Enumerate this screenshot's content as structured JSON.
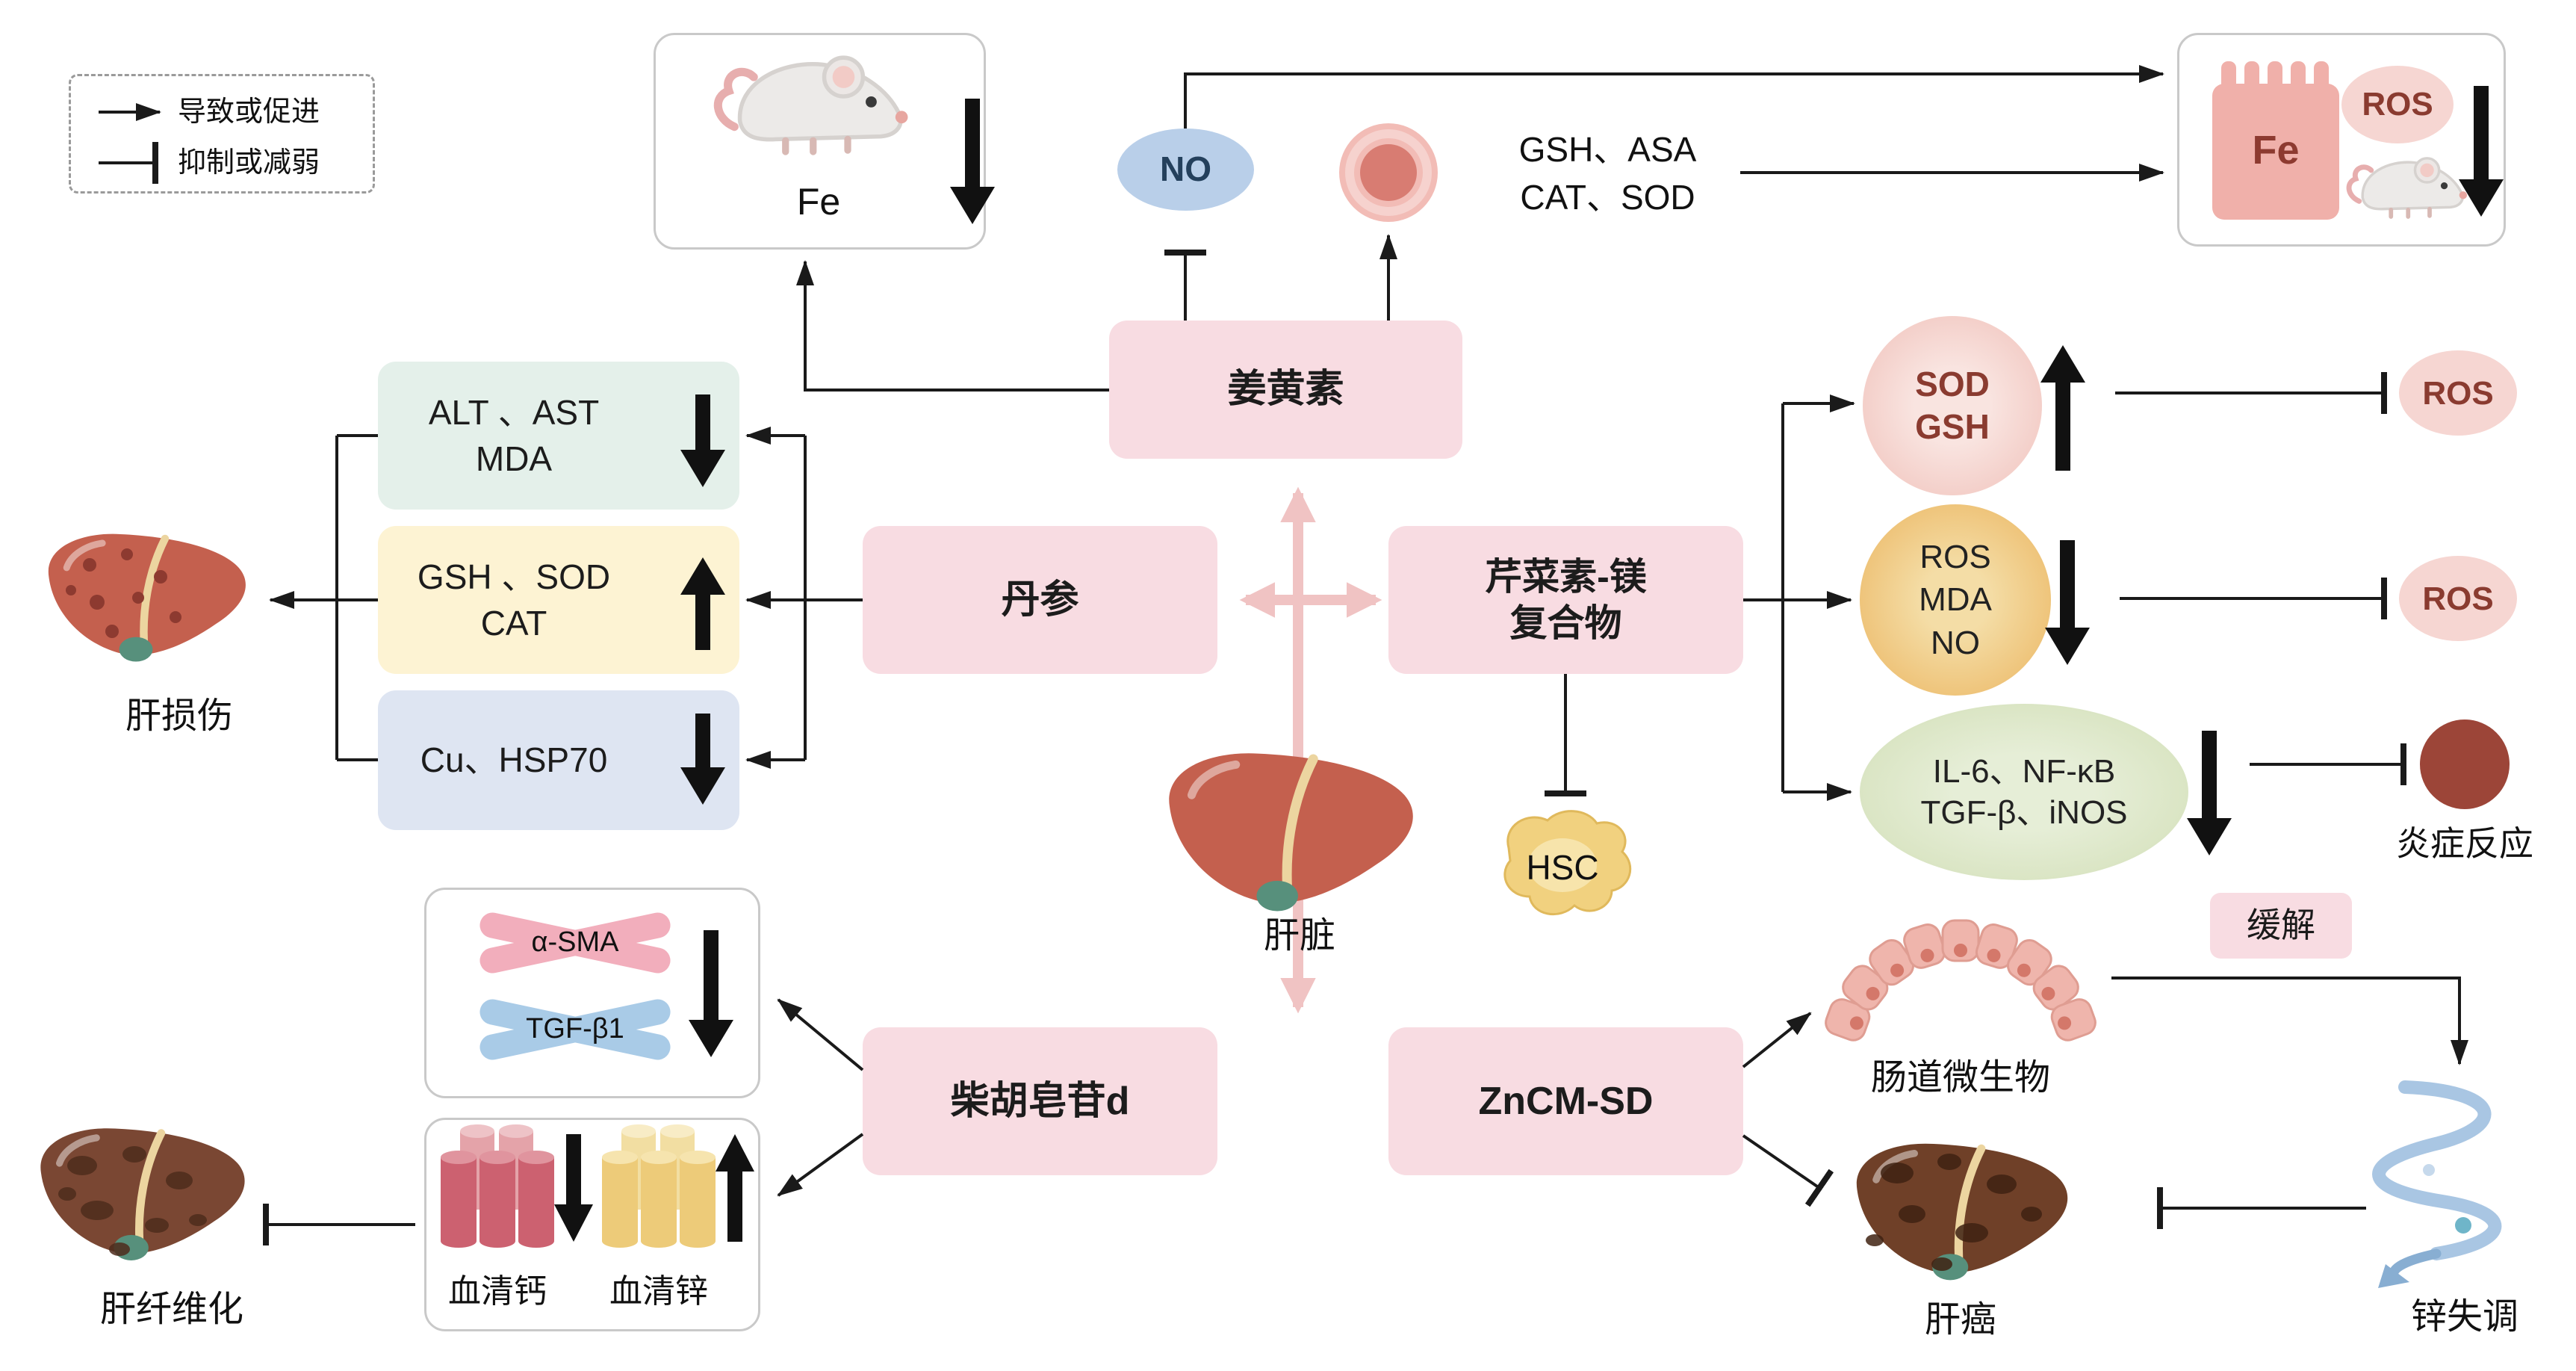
{
  "colors": {
    "compound_box": "#f8dce2",
    "mint_box": "#e4f0ea",
    "yellow_box": "#fdf3d3",
    "blue_box": "#dee5f2",
    "no_fill": "#b9cfe9",
    "ros_fill": "#f6d6d2",
    "sod_circle": "#f3cdc7",
    "mda_circle": "#eec277",
    "il6_ellipse": "#d9e4c2",
    "inflammation_fill": "#9c4538",
    "pink_arrow": "#f0c3c3",
    "line": "#1a1a1a"
  },
  "legend": {
    "promote": "导致或促进",
    "inhibit": "抑制或减弱"
  },
  "top_left_box": {
    "label": "Fe"
  },
  "top_middle": {
    "no": "NO",
    "antiox_line1": "GSH、ASA",
    "antiox_line2": "CAT、SOD"
  },
  "top_right_box": {
    "fe": "Fe",
    "ros": "ROS"
  },
  "compounds": {
    "curcumin": "姜黄素",
    "danshen": "丹参",
    "apigenin_line1": "芹菜素-镁",
    "apigenin_line2": "复合物",
    "saikosaponin": "柴胡皂苷d",
    "zncm_sd": "ZnCM-SD"
  },
  "left_panel": {
    "box1_line1": "ALT 、AST",
    "box1_line2": "MDA",
    "box2_line1": "GSH 、SOD",
    "box2_line2": "CAT",
    "box3_line1": "Cu、HSP70",
    "liver_injury": "肝损伤"
  },
  "center": {
    "liver": "肝脏",
    "hsc": "HSC"
  },
  "right_panel": {
    "circle1_line1": "SOD",
    "circle1_line2": "GSH",
    "circle2_line1": "ROS",
    "circle2_line2": "MDA",
    "circle2_line3": "NO",
    "circle3_line1": "IL-6、NF-κB",
    "circle3_line2": "TGF-β、iNOS",
    "ros_target1": "ROS",
    "ros_target2": "ROS",
    "inflammation": "炎症反应"
  },
  "bottom_left": {
    "alpha_sma": "α-SMA",
    "tgf_b1": "TGF-β1",
    "serum_calcium": "血清钙",
    "serum_zinc": "血清锌",
    "fibrosis": "肝纤维化"
  },
  "bottom_right": {
    "microbiota": "肠道微生物",
    "cancer": "肝癌",
    "relieve": "缓解",
    "zinc_dysregulation": "锌失调"
  }
}
